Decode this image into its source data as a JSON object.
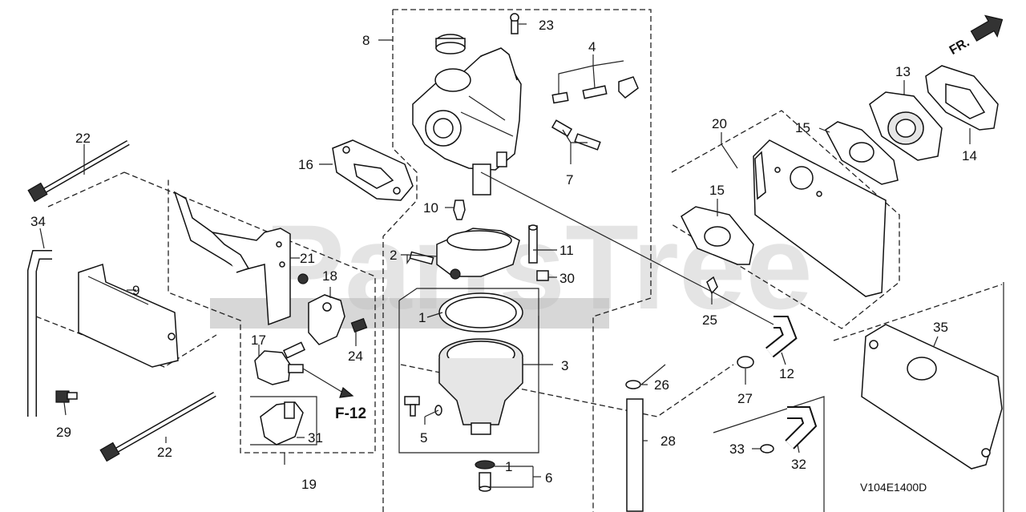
{
  "diagram": {
    "watermark": "PartsTree",
    "drawing_code": "V104E1400D",
    "direction_label": "FR.",
    "figure_ref": "F-12",
    "callouts": [
      {
        "id": "c1a",
        "text": "1"
      },
      {
        "id": "c1b",
        "text": "1"
      },
      {
        "id": "c2",
        "text": "2"
      },
      {
        "id": "c3",
        "text": "3"
      },
      {
        "id": "c4",
        "text": "4"
      },
      {
        "id": "c5",
        "text": "5"
      },
      {
        "id": "c6",
        "text": "6"
      },
      {
        "id": "c7",
        "text": "7"
      },
      {
        "id": "c8",
        "text": "8"
      },
      {
        "id": "c9",
        "text": "9"
      },
      {
        "id": "c10",
        "text": "10"
      },
      {
        "id": "c11",
        "text": "11"
      },
      {
        "id": "c12",
        "text": "12"
      },
      {
        "id": "c13",
        "text": "13"
      },
      {
        "id": "c14",
        "text": "14"
      },
      {
        "id": "c15a",
        "text": "15"
      },
      {
        "id": "c15b",
        "text": "15"
      },
      {
        "id": "c16",
        "text": "16"
      },
      {
        "id": "c17",
        "text": "17"
      },
      {
        "id": "c18",
        "text": "18"
      },
      {
        "id": "c19",
        "text": "19"
      },
      {
        "id": "c20",
        "text": "20"
      },
      {
        "id": "c21",
        "text": "21"
      },
      {
        "id": "c22a",
        "text": "22"
      },
      {
        "id": "c22b",
        "text": "22"
      },
      {
        "id": "c23",
        "text": "23"
      },
      {
        "id": "c24",
        "text": "24"
      },
      {
        "id": "c25",
        "text": "25"
      },
      {
        "id": "c26",
        "text": "26"
      },
      {
        "id": "c27",
        "text": "27"
      },
      {
        "id": "c28",
        "text": "28"
      },
      {
        "id": "c29",
        "text": "29"
      },
      {
        "id": "c30",
        "text": "30"
      },
      {
        "id": "c31",
        "text": "31"
      },
      {
        "id": "c32",
        "text": "32"
      },
      {
        "id": "c33",
        "text": "33"
      },
      {
        "id": "c34",
        "text": "34"
      },
      {
        "id": "c35",
        "text": "35"
      }
    ]
  }
}
